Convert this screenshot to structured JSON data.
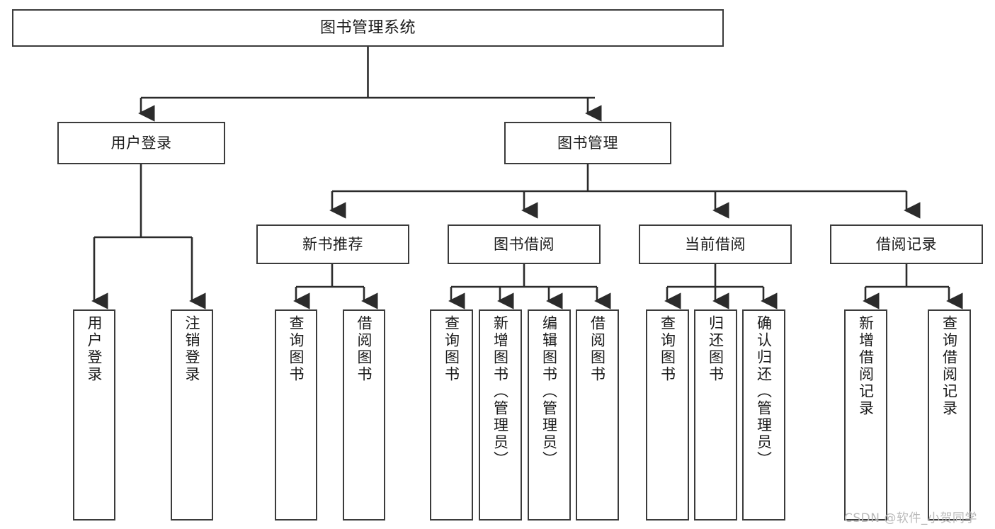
{
  "diagram": {
    "title": "图书管理系统",
    "type": "hierarchy-tree",
    "orientation": "top-down",
    "colors": {
      "node_border": "#3b3b3b",
      "node_fill": "#ffffff",
      "edge": "#2b2b2b",
      "text": "#1a1a1a",
      "watermark": "#b9b9b9",
      "background": "#ffffff"
    }
  },
  "root": {
    "label": "图书管理系统"
  },
  "level1": [
    {
      "label": "用户登录"
    },
    {
      "label": "图书管理"
    }
  ],
  "level2": [
    {
      "label": "新书推荐"
    },
    {
      "label": "图书借阅"
    },
    {
      "label": "当前借阅"
    },
    {
      "label": "借阅记录"
    }
  ],
  "leaves": {
    "user_login": [
      {
        "label": "用户登录"
      },
      {
        "label": "注销登录"
      }
    ],
    "new_book_recommend": [
      {
        "label": "查询图书"
      },
      {
        "label": "借阅图书"
      }
    ],
    "book_borrow": [
      {
        "label": "查询图书"
      },
      {
        "label": "新增图书（管理员）"
      },
      {
        "label": "编辑图书（管理员）"
      },
      {
        "label": "借阅图书"
      }
    ],
    "current_borrow": [
      {
        "label": "查询图书"
      },
      {
        "label": "归还图书"
      },
      {
        "label": "确认归还（管理员）"
      }
    ],
    "borrow_record": [
      {
        "label": "新增借阅记录"
      },
      {
        "label": "查询借阅记录"
      }
    ]
  },
  "watermark": {
    "text": "CSDN @软件_小贺同学"
  }
}
